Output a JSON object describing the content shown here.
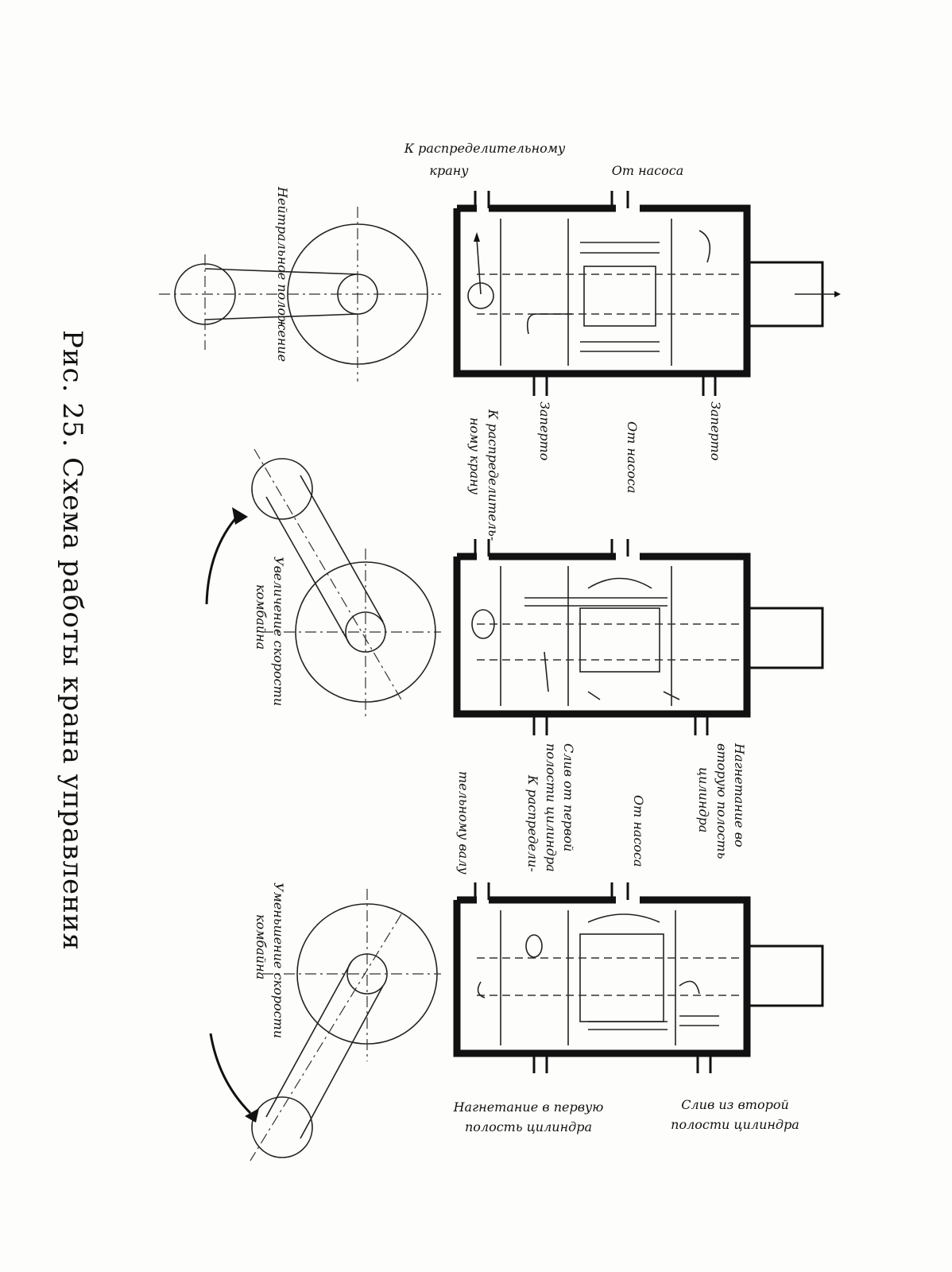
{
  "caption": "Рис. 25. Схема работы крана управления",
  "states": [
    {
      "id": "neutral",
      "lever_label": "Нейтральное положение",
      "top_left_label": [
        "К распределительному",
        "крану"
      ],
      "top_right_label": "От насоса",
      "bottom_right_label": "Заперто",
      "bottom_left_label": "Заперто"
    },
    {
      "id": "increase",
      "lever_label": [
        "Увеличение скорости",
        "комбайна"
      ],
      "top_left_label": [
        "К распределитель-",
        "ному крану"
      ],
      "top_right_label": "От насоса",
      "bottom_right_label": [
        "Нагнетание во",
        "вторую полость",
        "цилиндра"
      ],
      "bottom_left_label": [
        "Слив от первой",
        "полости цилиндра"
      ]
    },
    {
      "id": "decrease",
      "lever_label": [
        "Уменьшение скорости",
        "комбайна"
      ],
      "top_left_label": [
        "К распредели-",
        "тельному валу"
      ],
      "top_right_label": "От насоса",
      "bottom_right_label": [
        "Слив из второй",
        "полости цилиндра"
      ],
      "bottom_left_label": [
        "Нагнетание в первую",
        "полость цилиндра"
      ]
    }
  ]
}
